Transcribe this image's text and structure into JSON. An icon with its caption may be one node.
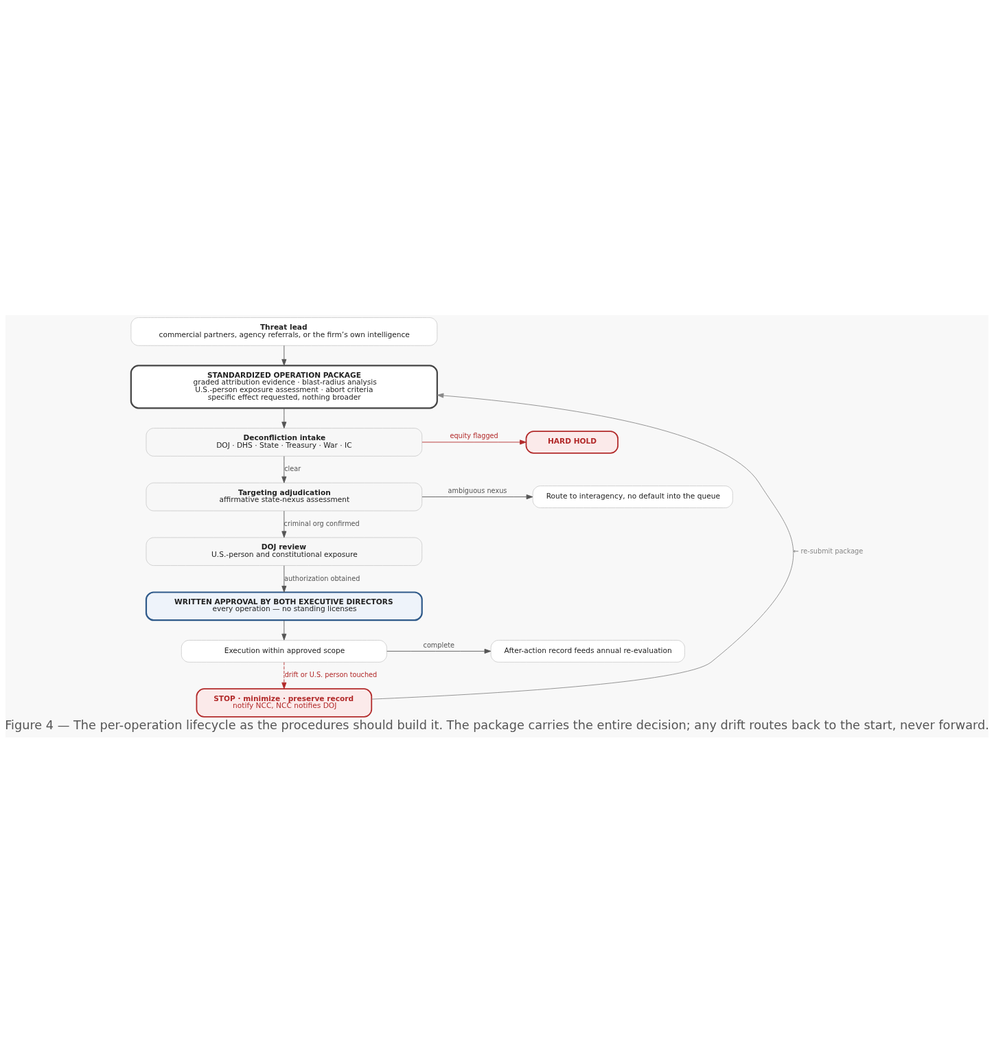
{
  "diagram": {
    "caption": "Figure 4 — The per-operation lifecycle as the procedures should build it. The package carries the entire decision; any drift routes back to the start, never forward.",
    "nodes": [
      {
        "text": [
          "Threat lead",
          "commercial partners, agency referrals, or the firm’s own intelligence"
        ]
      },
      {
        "text": [
          "STANDARDIZED OPERATION PACKAGE",
          "graded attribution evidence · blast-radius analysis",
          "U.S.-person exposure assessment · abort criteria",
          "specific effect requested, nothing broader"
        ]
      },
      {
        "text": [
          "Deconfliction intake",
          "DOJ · DHS · State · Treasury · War · IC"
        ]
      },
      {
        "text": [
          "HARD HOLD"
        ]
      },
      {
        "text": [
          "Targeting adjudication",
          "affirmative state-nexus assessment"
        ]
      },
      {
        "text": [
          "Route to interagency, no default into the queue"
        ]
      },
      {
        "text": [
          "DOJ review",
          "U.S.-person and constitutional exposure"
        ]
      },
      {
        "text": [
          "WRITTEN APPROVAL BY BOTH EXECUTIVE DIRECTORS",
          "every operation — no standing licenses"
        ]
      },
      {
        "text": [
          "Execution within approved scope"
        ]
      },
      {
        "text": [
          "After-action record feeds annual re-evaluation"
        ]
      },
      {
        "text": [
          "STOP · minimize · preserve record",
          "notify NCC, NCC notifies DOJ"
        ]
      }
    ],
    "edges": [
      {
        "from": 0,
        "to": 1,
        "arrow": "to"
      },
      {
        "from": 1,
        "to": 2,
        "arrow": "to"
      },
      {
        "from": 2,
        "to": 3,
        "arrow": "to",
        "label": "equity flagged",
        "color": "#b22a2a"
      },
      {
        "from": 2,
        "to": 4,
        "arrow": "to",
        "label": "clear"
      },
      {
        "from": 4,
        "to": 5,
        "arrow": "to",
        "label": "ambiguous nexus"
      },
      {
        "from": 4,
        "to": 6,
        "arrow": "to",
        "label": "criminal org confirmed"
      },
      {
        "from": 6,
        "to": 7,
        "arrow": "to",
        "label": "authorization obtained"
      },
      {
        "from": 7,
        "to": 8,
        "arrow": "to"
      },
      {
        "from": 8,
        "to": 9,
        "arrow": "to",
        "label": "complete"
      },
      {
        "from": 8,
        "to": 10,
        "arrow": "to",
        "label": "drift or U.S. person touched",
        "style": "dashed",
        "color": "#b22a2a"
      },
      {
        "from": 10,
        "to": 1,
        "arrow": "to",
        "label": "← re-submit package",
        "color": "#888888"
      }
    ]
  }
}
